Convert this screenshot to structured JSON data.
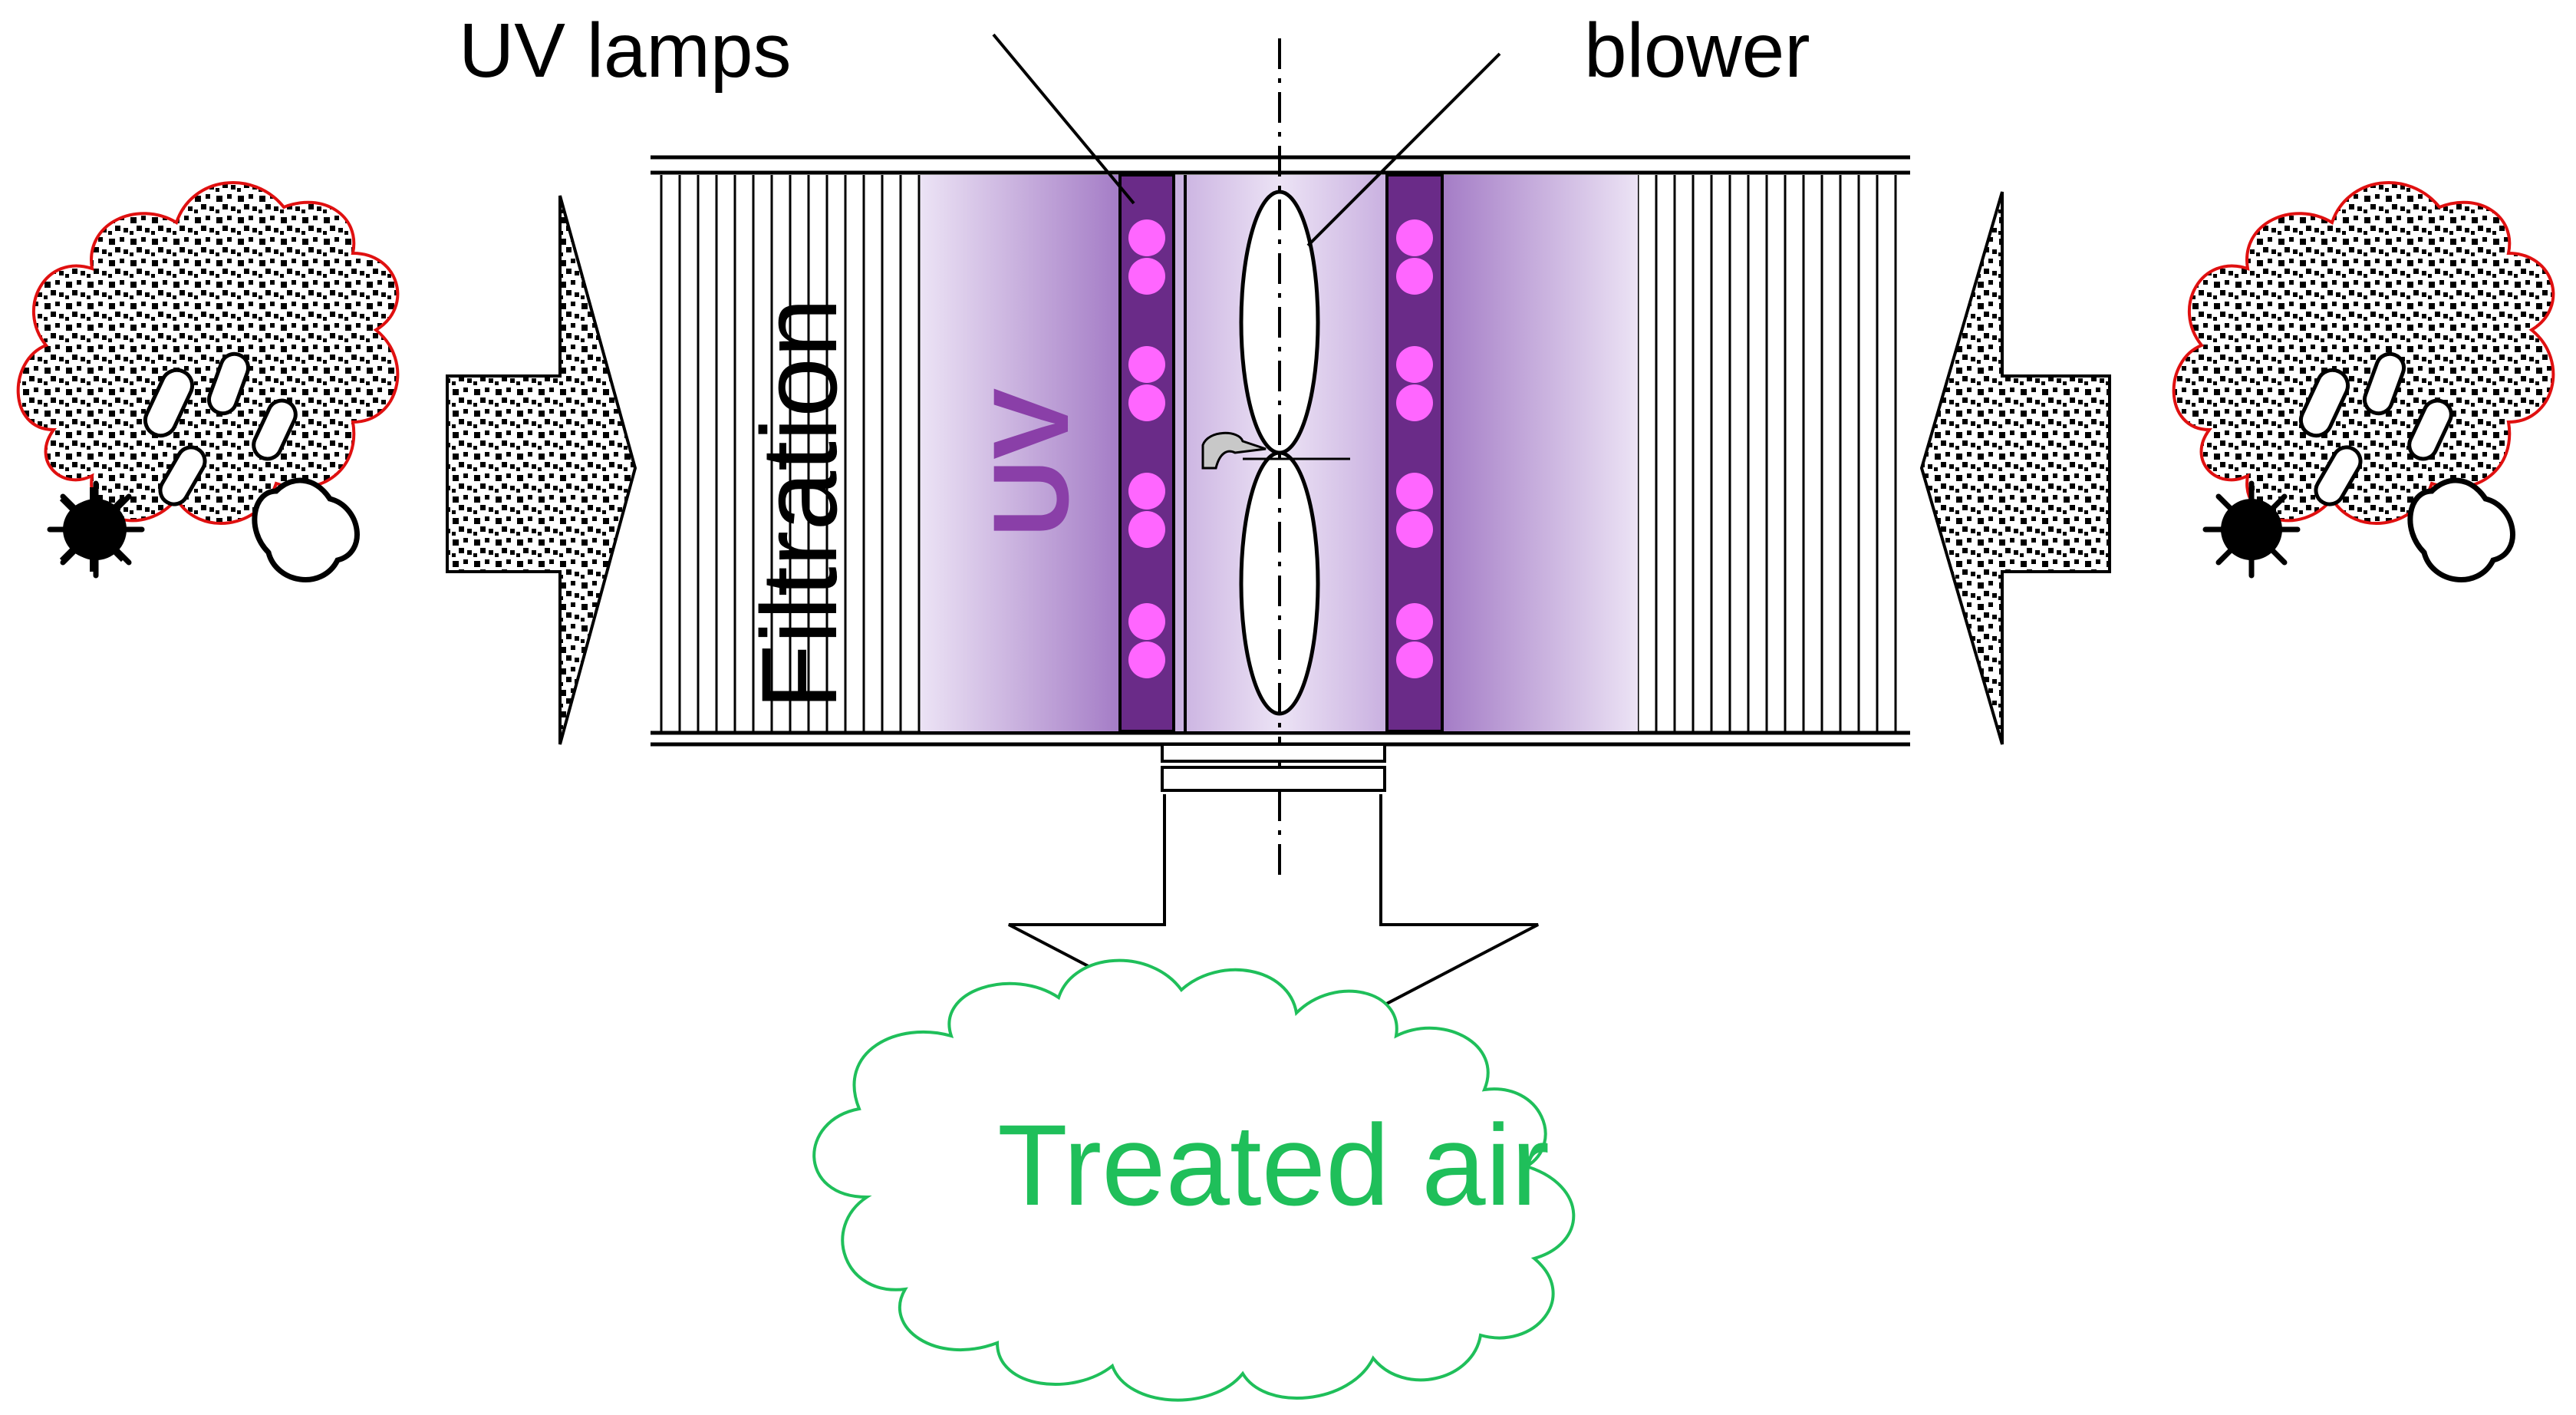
{
  "labels": {
    "uv_lamps": "UV lamps",
    "blower": "blower",
    "filtration": "Filtration",
    "uv_zone": "UV",
    "output": "Treated air"
  },
  "colors": {
    "uv_text": "#8a3fa8",
    "uv_band": "#6a2b88",
    "lamp": "#ff66ff",
    "uv_zone_dark": "#b08ad0",
    "uv_zone_light": "#ece3f5",
    "treated_air": "#1fbf5a",
    "contaminated_outline": "#e01010"
  },
  "icons": {
    "inlet_clouds": "contaminated-air-cloud-icon",
    "inlet_arrows": "inflow-arrow-icon",
    "outlet_arrow": "outflow-arrow-icon",
    "lamps": "uv-lamp-icon",
    "blower": "blower-fan-icon"
  }
}
